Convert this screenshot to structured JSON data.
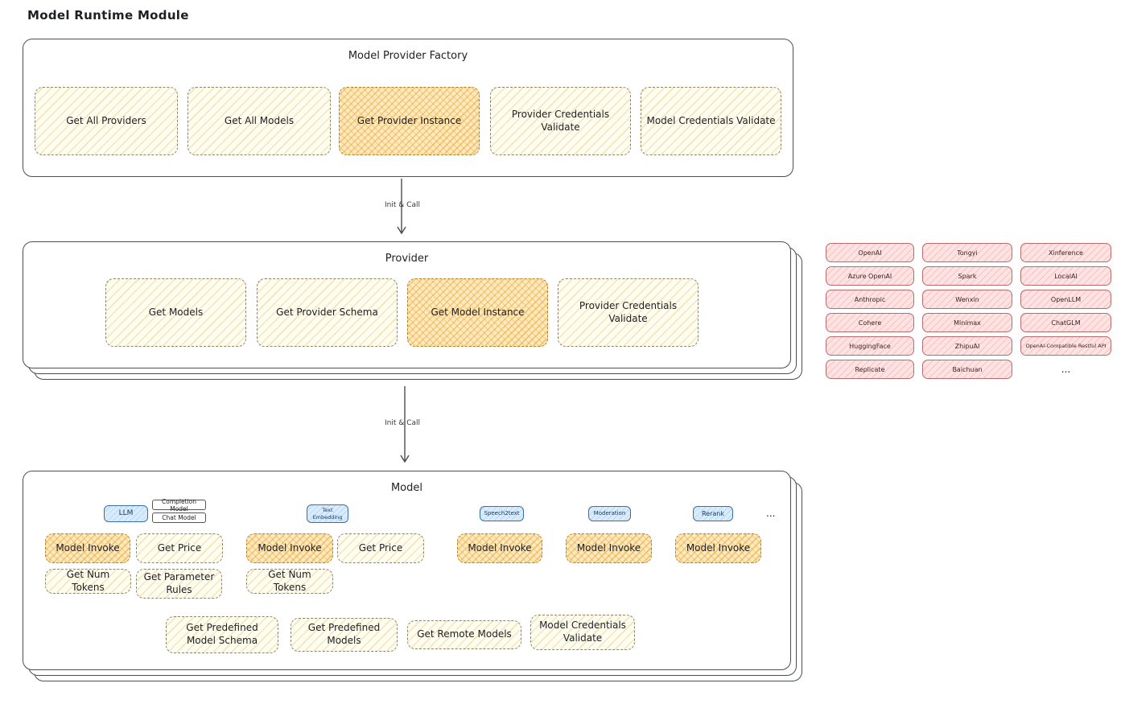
{
  "page_title": "Model Runtime Module",
  "colors": {
    "ink": "#1d1f24",
    "node-yellow": "#fffdf0",
    "node-orange": "#ffe9bd",
    "node-pink": "#ffe3e3",
    "chip-blue": "#d9ecfd"
  },
  "factory": {
    "title": "Model Provider Factory",
    "items": [
      {
        "label": "Get All Providers"
      },
      {
        "label": "Get All Models"
      },
      {
        "label": "Get Provider Instance"
      },
      {
        "label": "Provider Credentials Validate"
      },
      {
        "label": "Model Credentials Validate"
      }
    ]
  },
  "arrows": {
    "factory_to_provider": "Init & Call",
    "provider_to_model": "Init & Call"
  },
  "provider": {
    "title": "Provider",
    "items": [
      {
        "label": "Get Models"
      },
      {
        "label": "Get Provider Schema"
      },
      {
        "label": "Get Model Instance"
      },
      {
        "label": "Provider Credentials Validate"
      }
    ]
  },
  "provider_list": {
    "col1": [
      "OpenAI",
      "Azure OpenAI",
      "Anthropic",
      "Cohere",
      "HuggingFace",
      "Replicate"
    ],
    "col2": [
      "Tongyi",
      "Spark",
      "Wenxin",
      "Minimax",
      "ZhipuAI",
      "Baichuan"
    ],
    "col3": [
      "Xinference",
      "LocalAI",
      "OpenLLM",
      "ChatGLM",
      "OpenAI-Compatible Restful API"
    ],
    "more": "..."
  },
  "model": {
    "title": "Model",
    "chips": {
      "llm": "LLM",
      "completion_model": "Completion Model",
      "chat_model": "Chat Model",
      "text_embedding": "Text Embedding",
      "speech2text": "Speech2text",
      "moderation": "Moderation",
      "rerank": "Rerank",
      "more": "..."
    },
    "invoke_row": [
      {
        "label": "Model Invoke"
      },
      {
        "label": "Get Price"
      },
      {
        "label": "Model Invoke"
      },
      {
        "label": "Get Price"
      },
      {
        "label": "Model Invoke"
      },
      {
        "label": "Model Invoke"
      },
      {
        "label": "Model Invoke"
      }
    ],
    "token_row": [
      {
        "label": "Get Num Tokens"
      },
      {
        "label": "Get Parameter Rules"
      },
      {
        "label": "Get Num Tokens"
      }
    ],
    "common_row": [
      {
        "label": "Get Predefined Model Schema"
      },
      {
        "label": "Get Predefined Models"
      },
      {
        "label": "Get Remote Models"
      },
      {
        "label": "Model Credentials Validate"
      }
    ]
  }
}
